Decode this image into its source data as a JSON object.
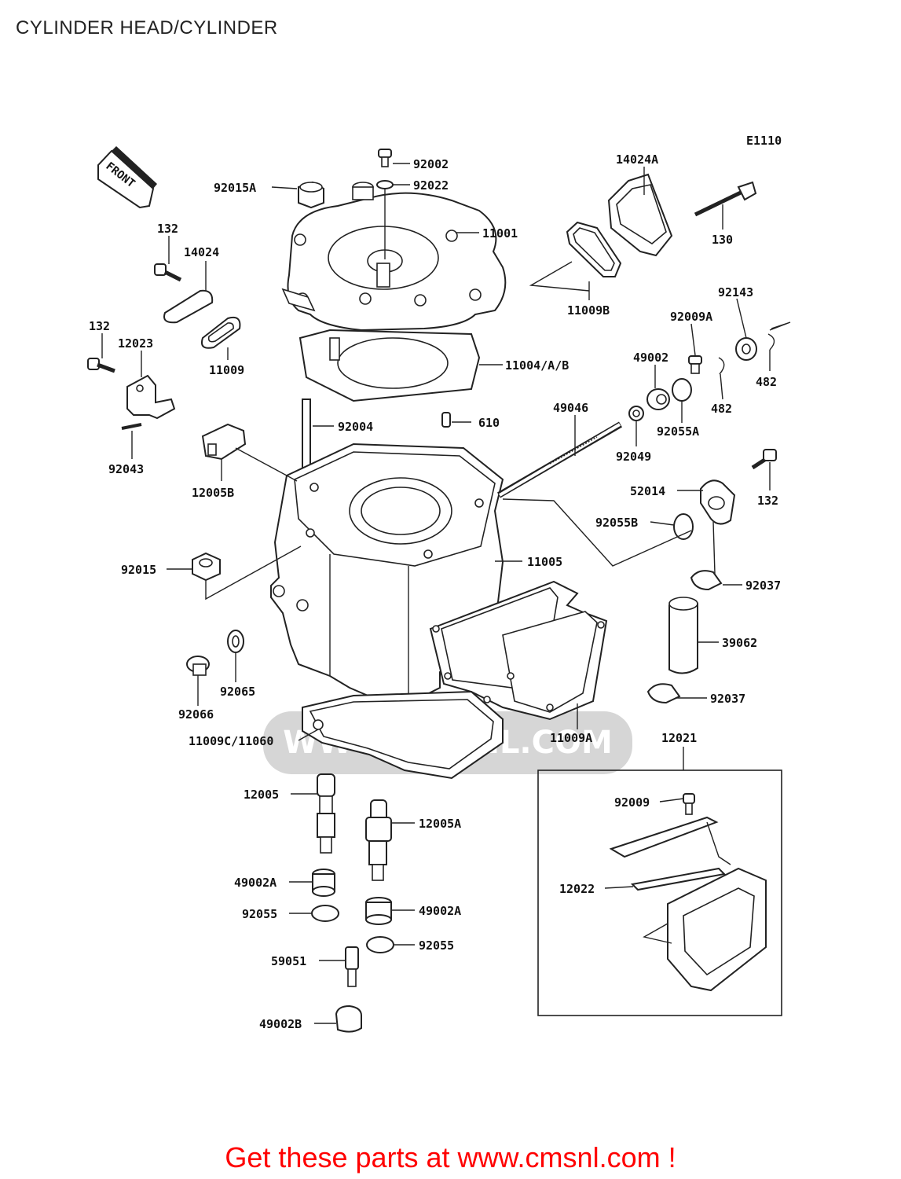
{
  "title": "CYLINDER HEAD/CYLINDER",
  "figure_code": "E1110",
  "front_arrow": "FRONT",
  "watermark_text": "WWW.CMSNL.COM",
  "cta": "Get these parts at www.cmsnl.com !",
  "colors": {
    "cta": "#ff0000",
    "ink": "#222222",
    "watermark": "#d6d6d6"
  },
  "labels": {
    "p92002": "92002",
    "p92022": "92022",
    "p92015A": "92015A",
    "p11001": "11001",
    "p14024A": "14024A",
    "p130": "130",
    "p11009B": "11009B",
    "p132_top": "132",
    "p14024": "14024",
    "p11009": "11009",
    "p132_left": "132",
    "p12023": "12023",
    "p92043": "92043",
    "p11004AB": "11004/A/B",
    "p92143": "92143",
    "p92009A": "92009A",
    "p49002": "49002",
    "p482_a": "482",
    "p482_b": "482",
    "p610": "610",
    "p92004": "92004",
    "p49046": "49046",
    "p92055A": "92055A",
    "p92049": "92049",
    "p12005B": "12005B",
    "p132_right": "132",
    "p52014": "52014",
    "p92055B": "92055B",
    "p92015": "92015",
    "p11005": "11005",
    "p92037_a": "92037",
    "p39062": "39062",
    "p92065": "92065",
    "p92066": "92066",
    "p92037_b": "92037",
    "p11009C11060": "11009C/11060",
    "p11009A": "11009A",
    "p12021": "12021",
    "p12005": "12005",
    "p92009": "92009",
    "p12005A": "12005A",
    "p12022": "12022",
    "p49002A_a": "49002A",
    "p92055_a": "92055",
    "p49002A_b": "49002A",
    "p92055_b": "92055",
    "p59051": "59051",
    "p49002B": "49002B"
  }
}
